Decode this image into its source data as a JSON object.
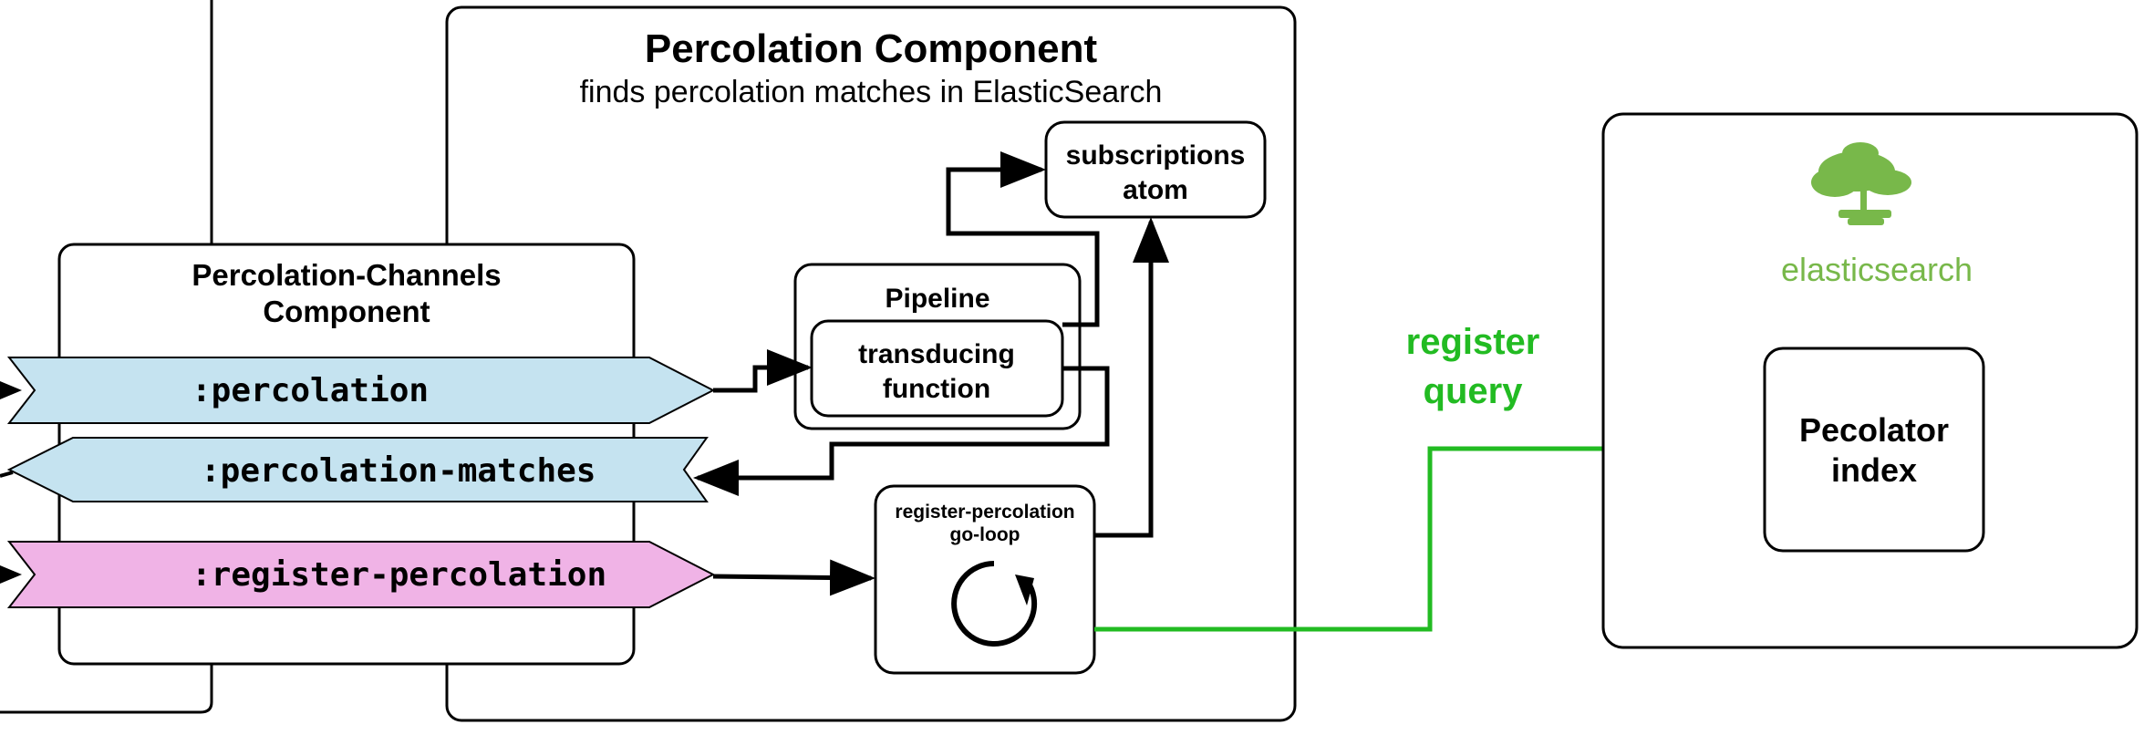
{
  "percolation_component": {
    "title": "Percolation Component",
    "subtitle": "finds percolation matches in ElasticSearch"
  },
  "channels_component": {
    "title_line1": "Percolation-Channels",
    "title_line2": "Component"
  },
  "channels": [
    {
      "label": ":percolation",
      "color": "#c5e3f0",
      "direction": "right"
    },
    {
      "label": ":percolation-matches",
      "color": "#c5e3f0",
      "direction": "left"
    },
    {
      "label": ":register-percolation",
      "color": "#f0b3e6",
      "direction": "right"
    }
  ],
  "subscriptions": {
    "line1": "subscriptions",
    "line2": "atom"
  },
  "pipeline": {
    "title": "Pipeline",
    "inner_line1": "transducing",
    "inner_line2": "function"
  },
  "go_loop": {
    "line1": "register-percolation",
    "line2": "go-loop"
  },
  "register_query": {
    "line1": "register",
    "line2": "query",
    "color": "#22bb22"
  },
  "elasticsearch": {
    "logo_text": "elasticsearch",
    "logo_color": "#78b84a"
  },
  "percolator_index": {
    "line1": "Pecolator",
    "line2": "index"
  }
}
